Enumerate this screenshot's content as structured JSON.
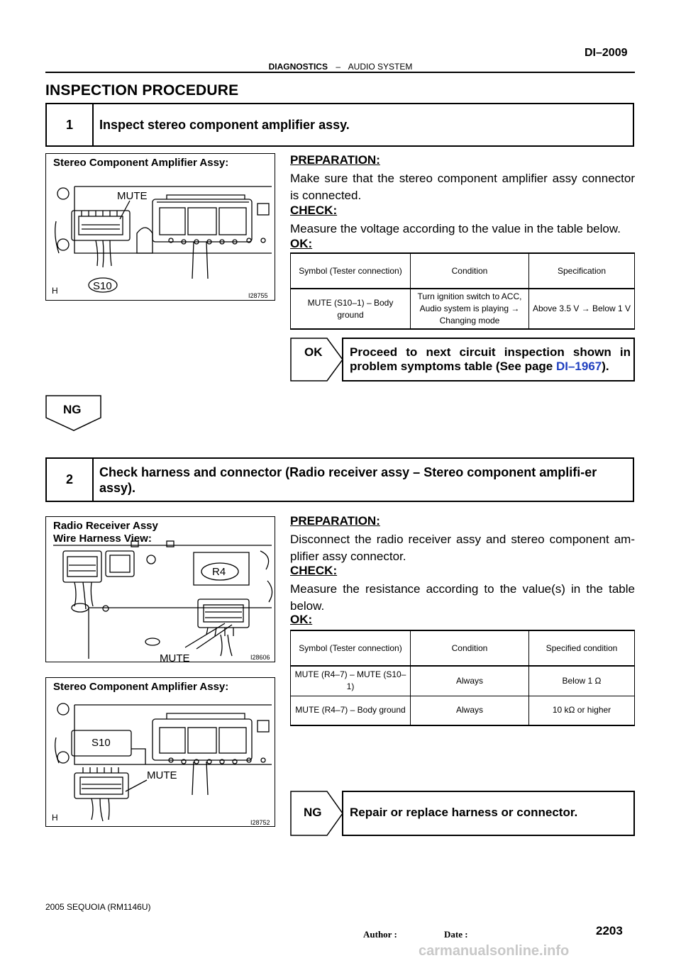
{
  "header": {
    "page_code": "DI–2009",
    "section": "DIAGNOSTICS",
    "separator": "–",
    "subsection": "AUDIO SYSTEM"
  },
  "main_title": "INSPECTION PROCEDURE",
  "step1": {
    "number": "1",
    "title": "Inspect stereo component amplifier assy.",
    "figure": {
      "caption": "Stereo Component Amplifier Assy:",
      "callout": "MUTE",
      "connector": "S10",
      "corner_mark": "H",
      "fig_id": "I28755"
    },
    "preparation_label": "PREPARATION:",
    "preparation_text": "Make sure that the stereo component amplifier assy connector is connected.",
    "check_label": "CHECK:",
    "check_text": "Measure the voltage according to the value in the table below.",
    "ok_label": "OK:",
    "table": {
      "headers": [
        "Symbol (Tester connection)",
        "Condition",
        "Specification"
      ],
      "rows": [
        [
          "MUTE (S10–1) – Body ground",
          "Turn ignition switch to ACC, Audio system is playing → Changing mode",
          "Above 3.5 V → Below 1 V"
        ]
      ]
    },
    "ok_result": {
      "tag": "OK",
      "text": "Proceed to next circuit inspection shown in problem symptoms table (See page ",
      "link": "DI–1967",
      "text_end": ")."
    },
    "ng_tag": "NG"
  },
  "step2": {
    "number": "2",
    "title": "Check harness and connector (Radio receiver assy – Stereo component amplifi-er assy).",
    "figure_a": {
      "caption_line1": "Radio Receiver Assy",
      "caption_line2": "Wire Harness View:",
      "connector": "R4",
      "callout": "MUTE",
      "fig_id": "I28606"
    },
    "figure_b": {
      "caption": "Stereo Component Amplifier Assy:",
      "connector": "S10",
      "callout": "MUTE",
      "corner_mark": "H",
      "fig_id": "I28752"
    },
    "preparation_label": "PREPARATION:",
    "preparation_text": "Disconnect the radio receiver assy and stereo component am-plifier assy connector.",
    "check_label": "CHECK:",
    "check_text": "Measure the resistance according to the value(s) in the table below.",
    "ok_label": "OK:",
    "table": {
      "headers": [
        "Symbol (Tester connection)",
        "Condition",
        "Specified condition"
      ],
      "rows": [
        [
          "MUTE (R4–7) – MUTE (S10–1)",
          "Always",
          "Below 1 Ω"
        ],
        [
          "MUTE (R4–7) – Body ground",
          "Always",
          "10 kΩ or higher"
        ]
      ]
    },
    "ng_result": {
      "tag": "NG",
      "text": "Repair or replace harness or connector."
    }
  },
  "footer": {
    "model": "2005 SEQUOIA   (RM1146U)",
    "author_label": "Author :",
    "date_label": "Date :",
    "page_number": "2203",
    "watermark": "carmanualsonline.info"
  }
}
